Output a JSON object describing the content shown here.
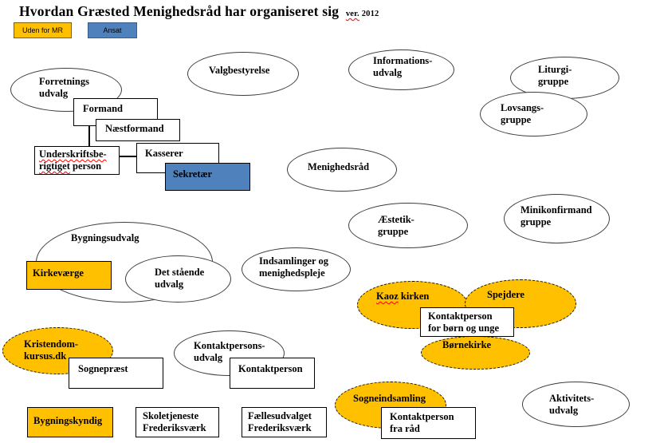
{
  "title": {
    "text": "Hvordan Græsted Menighedsråd har organiseret sig",
    "version_word": "ver.",
    "version_year": "2012"
  },
  "legend": {
    "items": [
      {
        "label": "Uden for MR",
        "color": "#FFC000"
      },
      {
        "label": "Ansat",
        "color": "#4F81BD"
      }
    ]
  },
  "colors": {
    "uden_for_mr_fill": "#FFC000",
    "ansat_fill": "#4F81BD",
    "shape_outline": "#3d3d3d",
    "spellcheck_underline": "#ff0000"
  },
  "nodes": {
    "forretningsudvalg": {
      "label": "Forretnings\nudvalg"
    },
    "valgbestyrelse": {
      "label": "Valgbestyrelse"
    },
    "informationsudvalg": {
      "label": "Informations-\nudvalg"
    },
    "liturgigruppe": {
      "label": "Liturgi-\ngruppe"
    },
    "lovsangsgruppe": {
      "label": "Lovsangs-\ngruppe"
    },
    "menighedsraad": {
      "label": "Menighedsråd"
    },
    "aestetikgruppe": {
      "label": "Æstetik-\ngruppe"
    },
    "minikonfirmand": {
      "label": "Minikonfirmand\ngruppe"
    },
    "indsamlinger": {
      "label": "Indsamlinger og\nmenighedspleje"
    },
    "bygningsudvalg": {
      "label": "Bygningsudvalg"
    },
    "detstaaende": {
      "label": "Det stående\nudvalg"
    },
    "kontaktpersonsudvalg": {
      "label": "Kontaktpersons-\nudvalg"
    },
    "aktivitetsudvalg": {
      "label": "Aktivitets-\nudvalg"
    },
    "kaozkirken": {
      "word1": "Kaoz",
      "word2": " kirken"
    },
    "spejdere": {
      "label": "Spejdere"
    },
    "boernekirke": {
      "label": "Børnekirke"
    },
    "kristendom": {
      "label": "Kristendom-\nkursus.dk"
    },
    "sogneindsamling": {
      "label": "Sogneindsamling"
    },
    "formand": {
      "label": "Formand"
    },
    "naestformand": {
      "label": "Næstformand"
    },
    "underskrift": {
      "l1": "Underskriftsbe-",
      "l2a": "rigtiget",
      "l2b": " person"
    },
    "kasserer": {
      "label": "Kasserer"
    },
    "sekretaer": {
      "label": "Sekretær"
    },
    "kirkevaerge": {
      "label": "Kirkeværge"
    },
    "kontaktperson_boern": {
      "label": "Kontaktperson\nfor børn og unge"
    },
    "sognepraest": {
      "label": "Sognepræst"
    },
    "kontaktperson": {
      "label": "Kontaktperson"
    },
    "bygningskyndig": {
      "label": "Bygningskyndig"
    },
    "skoletjeneste": {
      "label": "Skoletjeneste\nFrederiksværk"
    },
    "faellesudvalget": {
      "label": "Fællesudvalget\nFrederiksværk"
    },
    "kontaktperson_raad": {
      "label": "Kontaktperson\nfra råd"
    }
  }
}
